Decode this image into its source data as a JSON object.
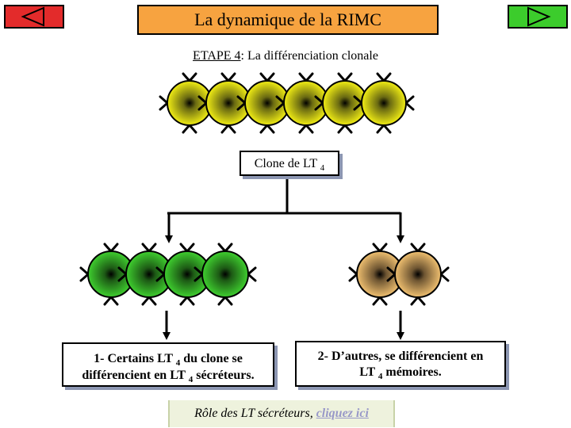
{
  "title": "La dynamique de la RIMC",
  "subtitle": {
    "step": "ETAPE 4",
    "text": ": La différenciation clonale"
  },
  "clone_box": {
    "text": "Clone de LT",
    "sub": "4"
  },
  "effector_box": {
    "line1_a": "1- Certains LT",
    "line1_sub": "4",
    "line1_b": "du clone se",
    "line2_a": "différencient en LT",
    "line2_sub": "4",
    "line2_b": "sécréteurs."
  },
  "memory_box": {
    "line1": "2- D’autres, se différencient en",
    "line2_a": "LT",
    "line2_sub": "4",
    "line2_b": "mémoires."
  },
  "link": {
    "text": "Rôle des LT  sécréteurs,",
    "link_label": "cliquez ici"
  },
  "cells": {
    "top_row": {
      "count": 6,
      "color": "#f2ee14"
    },
    "effector_row": {
      "count": 4,
      "color": "#3fcf2f"
    },
    "memory_row": {
      "count": 2,
      "color": "#f0c070"
    }
  },
  "nav": {
    "prev_icon": "triangle-left-icon",
    "next_icon": "triangle-right-icon"
  }
}
